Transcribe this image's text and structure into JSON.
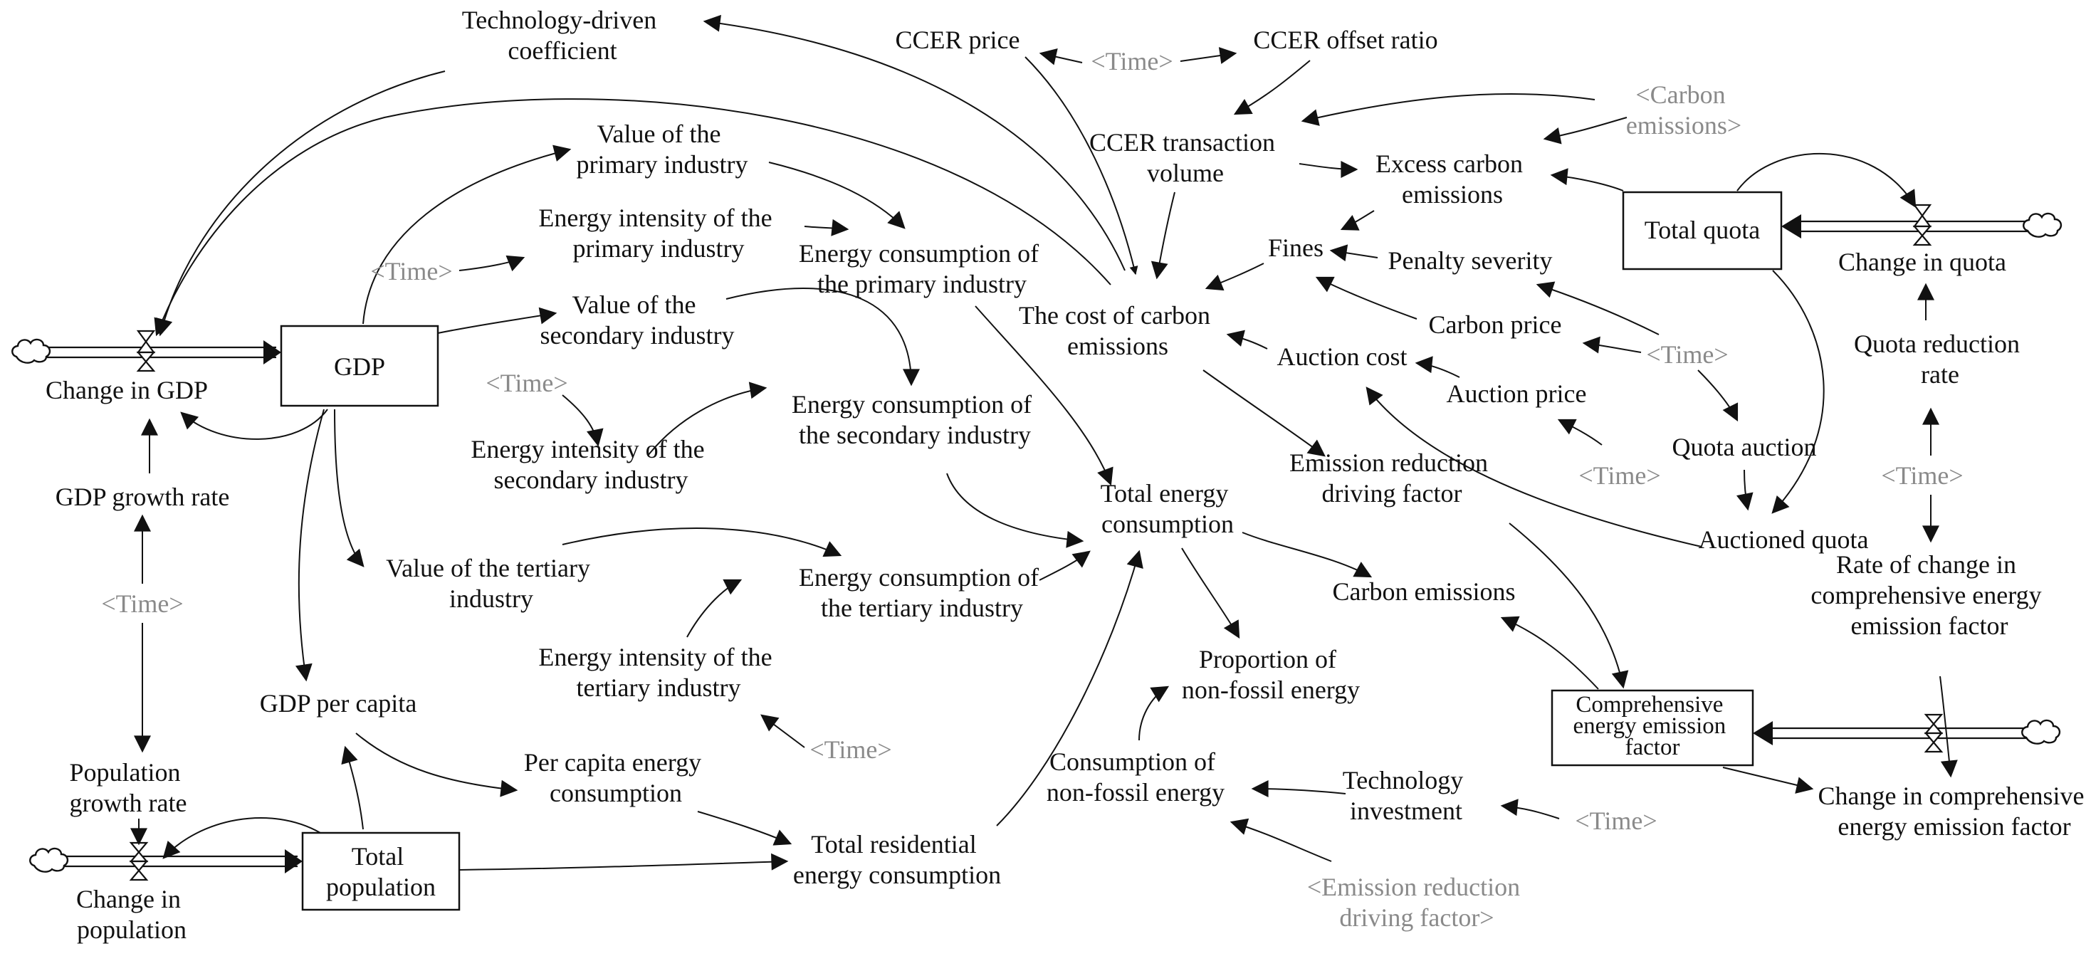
{
  "diagram": {
    "stocks": {
      "gdp": "GDP",
      "total_quota": "Total quota",
      "total_population": [
        "Total",
        "population"
      ],
      "emission_factor": [
        "Comprehensive",
        "energy emission",
        "factor"
      ]
    },
    "flows": {
      "change_in_gdp": "Change in GDP",
      "change_in_quota": "Change in quota",
      "change_in_population": [
        "Change in",
        "population"
      ],
      "change_in_emission_factor": [
        "Change in comprehensive",
        "energy emission factor"
      ]
    },
    "variables": {
      "technology_coefficient": [
        "Technology-driven",
        "coefficient"
      ],
      "ccer_price": "CCER price",
      "ccer_offset_ratio": "CCER offset ratio",
      "ccer_transaction_volume": [
        "CCER transaction",
        "volume"
      ],
      "excess_carbon_emissions": [
        "Excess carbon",
        "emissions"
      ],
      "value_primary": [
        "Value of the",
        "primary industry"
      ],
      "intensity_primary": [
        "Energy intensity of the",
        "primary industry"
      ],
      "consumption_primary": [
        "Energy consumption of",
        "the primary industry"
      ],
      "fines": "Fines",
      "penalty_severity": "Penalty severity",
      "cost_of_emissions": [
        "The cost of carbon",
        "emissions"
      ],
      "carbon_price": "Carbon price",
      "value_secondary": [
        "Value of the",
        "secondary industry"
      ],
      "auction_cost": "Auction cost",
      "auction_price": "Auction price",
      "quota_reduction_rate": [
        "Quota reduction",
        "rate"
      ],
      "intensity_secondary": [
        "Energy intensity of the",
        "secondary industry"
      ],
      "consumption_secondary": [
        "Energy consumption of",
        "the secondary industry"
      ],
      "quota_auction": "Quota auction",
      "emission_reduction_factor": [
        "Emission reduction",
        "driving factor"
      ],
      "gdp_growth_rate": "GDP growth rate",
      "total_energy_consumption": [
        "Total energy",
        "consumption"
      ],
      "auctioned_quota": "Auctioned quota",
      "value_tertiary": [
        "Value of the tertiary",
        "industry"
      ],
      "consumption_tertiary": [
        "Energy consumption of",
        "the tertiary industry"
      ],
      "carbon_emissions": "Carbon emissions",
      "rate_change_factor": [
        "Rate of change in",
        "comprehensive energy",
        "emission factor"
      ],
      "intensity_tertiary": [
        "Energy intensity of the",
        "tertiary industry"
      ],
      "non_fossil_proportion": [
        "Proportion of",
        "non-fossil energy"
      ],
      "gdp_per_capita": "GDP per capita",
      "per_capita_energy": [
        "Per capita energy",
        "consumption"
      ],
      "non_fossil_consumption": [
        "Consumption of",
        "non-fossil energy"
      ],
      "technology_investment": [
        "Technology",
        "investment"
      ],
      "population_growth_rate": [
        "Population",
        "growth rate"
      ],
      "residential_energy": [
        "Total residential",
        "energy consumption"
      ]
    },
    "shadow_variables": {
      "time": "<Time>",
      "carbon_emissions": [
        "<Carbon",
        "emissions>"
      ],
      "emission_reduction_factor": [
        "<Emission reduction",
        "driving factor>"
      ]
    }
  }
}
